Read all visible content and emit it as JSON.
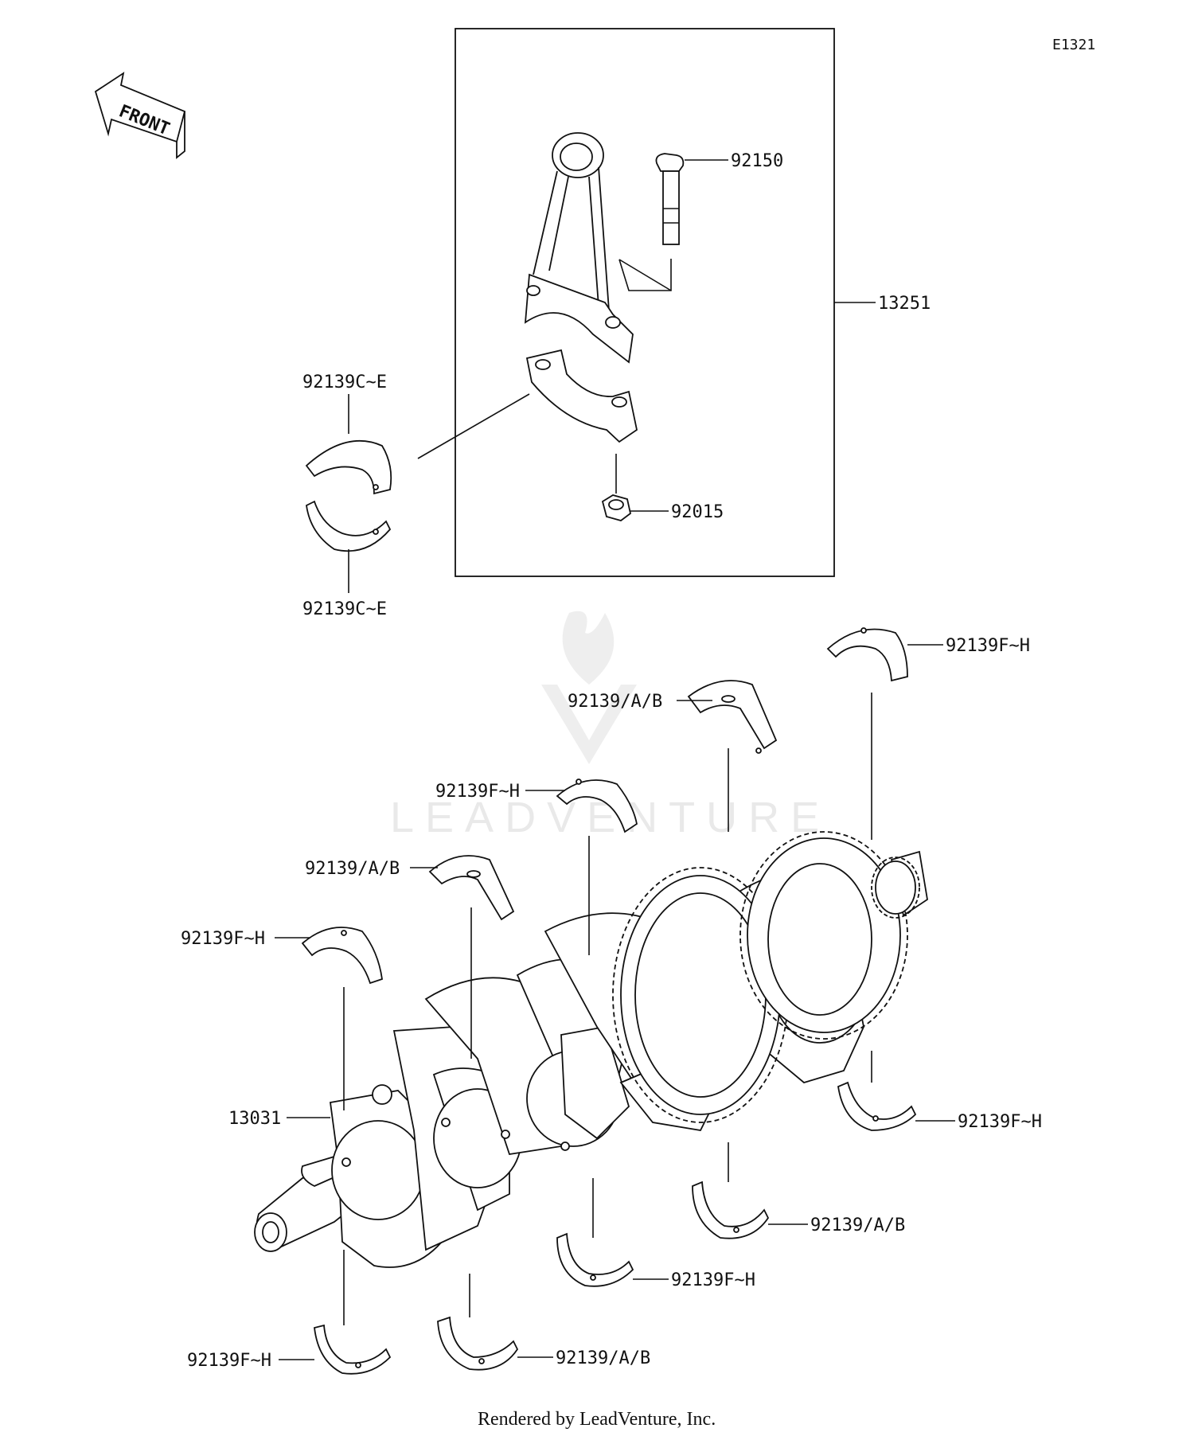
{
  "diagram_code": "E1321",
  "front_arrow_label": "FRONT",
  "watermark": "LEADVENTURE",
  "footer_credit": "Rendered by LeadVenture, Inc.",
  "callouts": {
    "p92150": "92150",
    "p13251": "13251",
    "p92015": "92015",
    "p92139ce_top": "92139C~E",
    "p92139ce_bottom": "92139C~E",
    "p92139fh_top_right": "92139F~H",
    "p92139ab_upper_mid": "92139/A/B",
    "p92139fh_upper_mid": "92139F~H",
    "p92139ab_upper_left": "92139/A/B",
    "p92139fh_upper_left": "92139F~H",
    "p13031": "13031",
    "p92139fh_lower_right": "92139F~H",
    "p92139ab_lower_right": "92139/A/B",
    "p92139fh_lower_mid": "92139F~H",
    "p92139ab_lower_left": "92139/A/B",
    "p92139fh_lower_left": "92139F~H"
  }
}
